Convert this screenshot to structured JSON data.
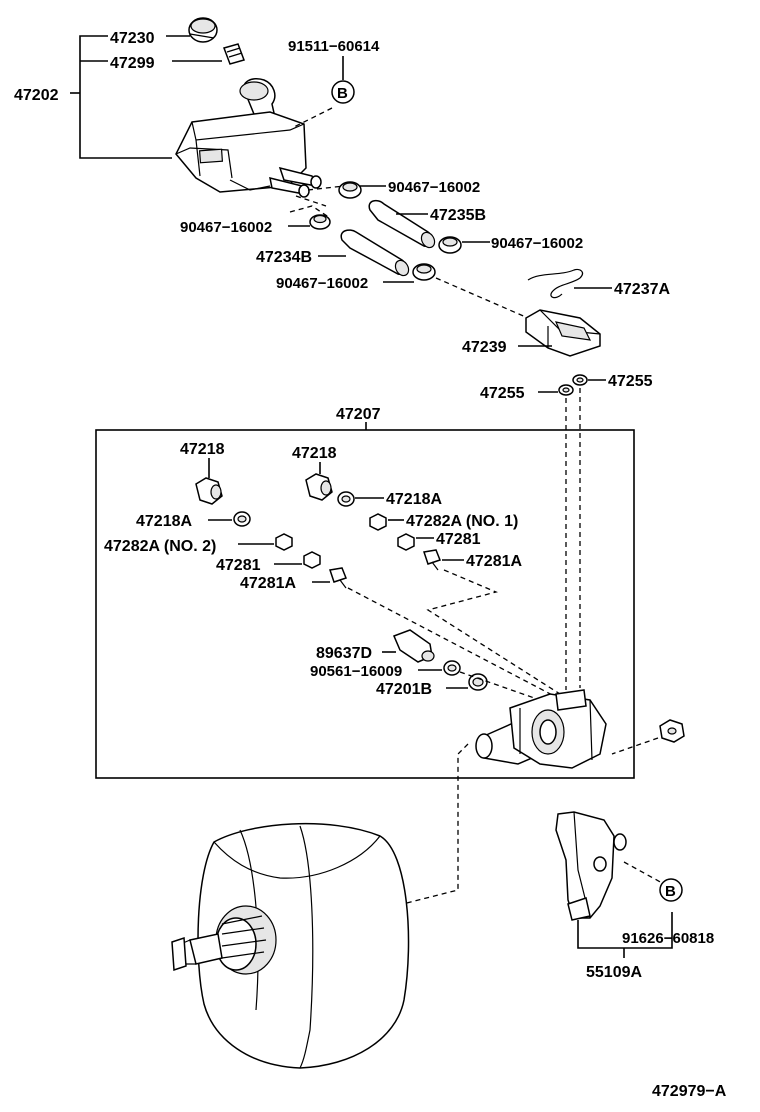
{
  "callouts": {
    "p47230": "47230",
    "p47299": "47299",
    "p47202": "47202",
    "p91511_60614": "91511−60614",
    "bolt_b_top": "B",
    "clip_a": "90467−16002",
    "hose_a": "47235B",
    "clip_b": "90467−16002",
    "clip_c": "90467−16002",
    "hose_b": "47234B",
    "clip_d": "90467−16002",
    "p47237a": "47237A",
    "p47239": "47239",
    "p47255_left": "47255",
    "p47255_right": "47255",
    "p47207": "47207",
    "p47218_left": "47218",
    "p47218_right": "47218",
    "p47218a_right": "47218A",
    "p47218a_left": "47218A",
    "p47282a_no1": "47282A (NO. 1)",
    "p47282a_no2": "47282A (NO. 2)",
    "p47281_right": "47281",
    "p47281_left": "47281",
    "p47281a_right": "47281A",
    "p47281a_left": "47281A",
    "p89637d": "89637D",
    "p90561_16009": "90561−16009",
    "p47201b": "47201B",
    "bolt_b_bottom": "B",
    "p91626_60818": "91626−60818",
    "p55109a": "55109A"
  },
  "footer": {
    "figure_number": "472979−A"
  }
}
